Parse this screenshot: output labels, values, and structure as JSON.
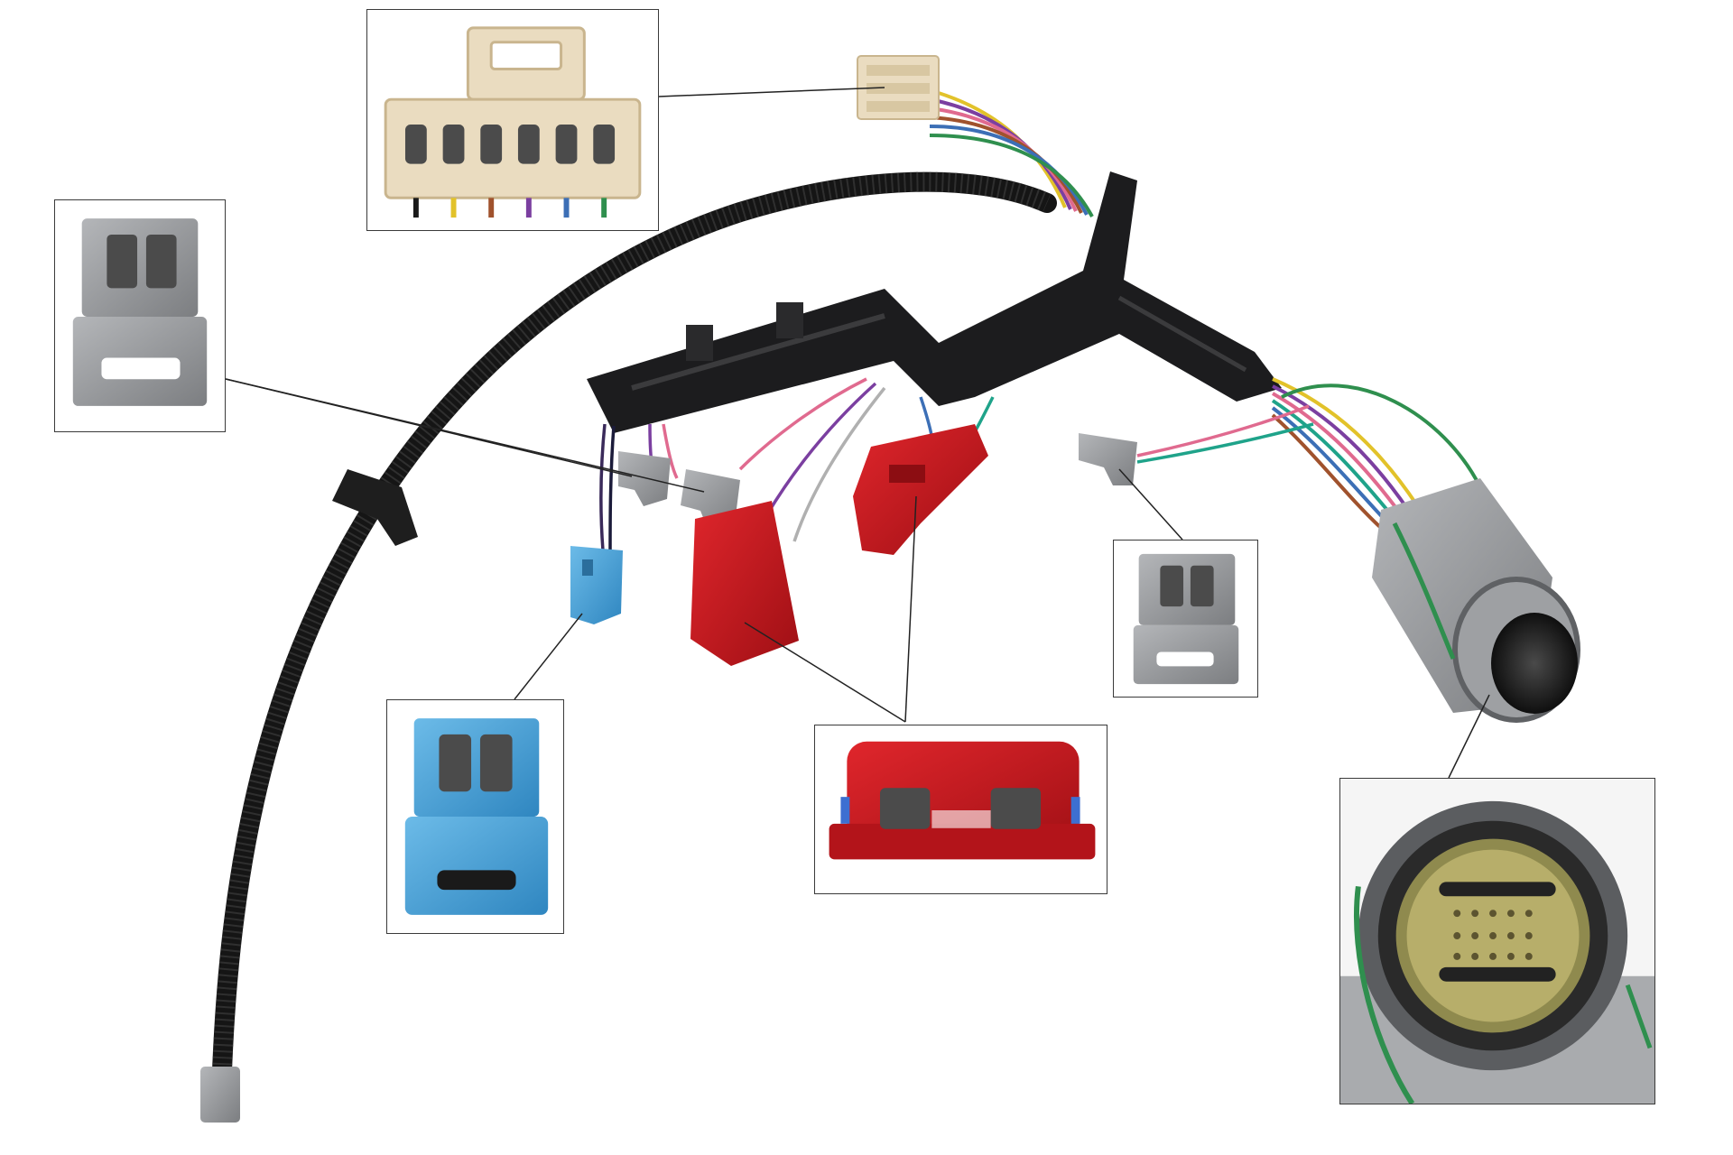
{
  "image": {
    "subject": "transmission-wiring-harness",
    "background": "#ffffff"
  },
  "colors": {
    "harness_black": "#1c1c1e",
    "conduit_black": "#151515",
    "connector_grey": "#9a9c9f",
    "connector_grey_dark": "#6d6f72",
    "connector_red": "#c8171d",
    "connector_blue": "#4aa3d8",
    "connector_ivory": "#eadcc0",
    "callout_border": "#3a3a3a"
  },
  "wires": [
    {
      "color": "#e2c22a"
    },
    {
      "color": "#7b3fa0"
    },
    {
      "color": "#e06a8f"
    },
    {
      "color": "#2f8f4e"
    },
    {
      "color": "#3c6fb6"
    },
    {
      "color": "#a0522d"
    },
    {
      "color": "#b0b0b0"
    },
    {
      "color": "#1fa38a"
    }
  ],
  "callouts": [
    {
      "name": "ivory-six-pin-connector"
    },
    {
      "name": "grey-two-pin-connector-left"
    },
    {
      "name": "grey-two-pin-connector-right"
    },
    {
      "name": "blue-two-pin-connector"
    },
    {
      "name": "red-two-pin-connector"
    },
    {
      "name": "round-case-connector"
    }
  ]
}
